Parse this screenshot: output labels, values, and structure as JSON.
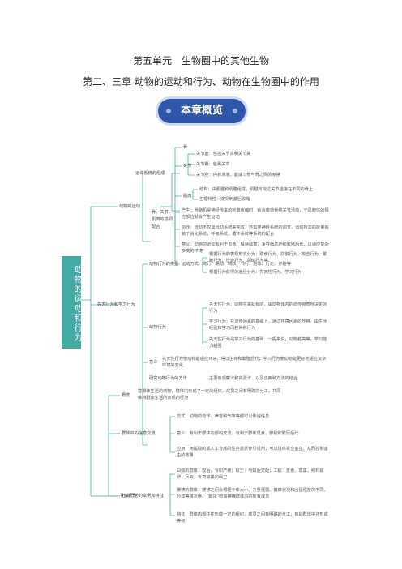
{
  "title1": "第五单元　生物圈中的其他生物",
  "title2": "第二、三章 动物的运动和行为、动物在生物圈中的作用",
  "banner": "本章概览",
  "root": "动物的运动和行为",
  "colors": {
    "banner": "#2f56a8",
    "root": "#45a9a4",
    "line": "#45a9a4"
  },
  "motion": {
    "label": "动物的运动",
    "system": "运动系统的组成",
    "bone": "骨",
    "joint": "关节",
    "joint_items": [
      "关节面：包括关节头和关节窝",
      "关节囊：包裹关节",
      "关节腔：内有滑液，能减少骨与骨之间的摩擦"
    ],
    "muscle": "肌肉",
    "muscle_items": [
      "结构：由肌腱和肌腹组成，肌腱可绕过关节连接在不同的骨上",
      "生理特性：接受刺激后收缩"
    ],
    "coord": "骨、关节、肌肉的协调配合",
    "coord_items": [
      "产生：骨骼肌受神经传来的刺激收缩时，就会牵动骨绕关节活动，于是躯体的相应部位就会产生运动",
      "协作：运动不仅靠运动系统来完成，还需要神经系统的调节，运动所需的能量有赖于消化系统、呼吸系统、循环系统等系统的配合",
      "意义：动物的运动有利于觅食、躲避敌害、争夺栖息地和繁殖后代，以适应复杂多变的环境",
      "运动方式：爬行、蠕动、跳跃、飞行、游泳、行走、奔跑等"
    ]
  },
  "behavior": {
    "label": "先天行为和学习行为",
    "types": "动物行为的类型",
    "types_items": [
      "根据行为的表现形式分为：取食行为、防御行为、攻击行为、繁殖行为、迁徙行为、领域行为等",
      "根据行为获得的途径分为：先天性行为、学习行为"
    ],
    "beh": "动物行为",
    "beh_items": [
      "先天性行为：动物生来就有的，由动物体内的遗传物质所决定的行为",
      "学习行为：在遗传因素的基础上，通过环境因素的作用，由生活经验和学习而获得的行为",
      "先天性行为是学习行为的基础，一般来说，动物越高等，学习能力越强"
    ],
    "meaning": "意义",
    "meaning_text": "先天性行为使动物能适应环境，得以生存和繁殖后代；学习行为使动物能更好地适应复杂环境的变化",
    "method": "研究动物行为的方法",
    "method_text": "主要有观察法和实验法，以及这两种方法的结合"
  },
  "social": {
    "label": "社会行为",
    "concept": "概念",
    "concept_text": "营群体生活的动物，群体内形成了一定的组织，成员之间有明确的分工，共同维持群体生活所表现的行为",
    "info": "群体中的信息交流",
    "info_items": [
      "方式：动物的动作、声音和气味等都可以传递信息",
      "意义：有利于群体内部的交流，有利于群体觅食、御敌和繁衍后代",
      "应用：用提取的或人工合成的性外激素作引诱剂，可以诱杀农业害虫，从而控制害虫的数量"
    ],
    "example": "社会行为的举例和特征",
    "example_items": [
      "白蚁的群体：蚁后、专职产卵；蚁王：与蚁后交配；工蚁：觅食、筑巢、照料蚁卵；兵蚁：专司蚁巢的保卫",
      "狒狒的群体：狒狒之间会根据个体大小、力量强弱、健康状况和凶猛程度的不同，分成等级次序，“首领”统领狒狒群体内的所有成员",
      "特征：群体内部往往形成一定的组织，成员之间有明确的分工，有的群体中还形成等级"
    ]
  }
}
